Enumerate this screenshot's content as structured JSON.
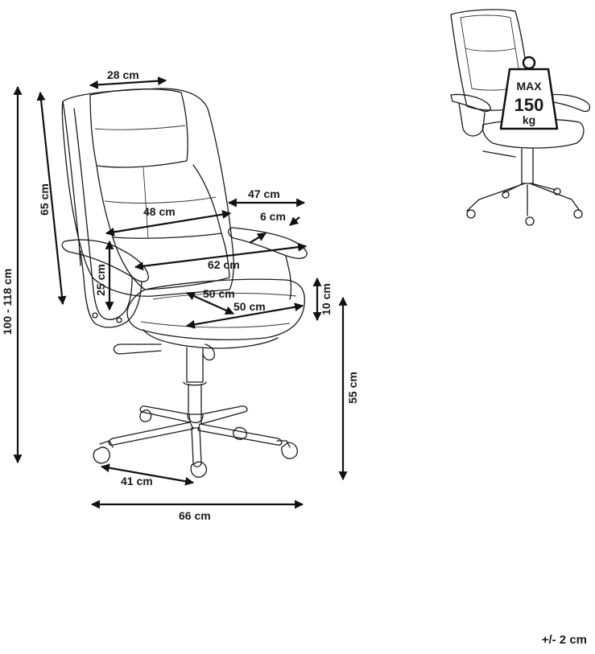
{
  "dimensions": {
    "headrest_width": "28 cm",
    "backrest_height": "65 cm",
    "total_height": "100 - 118 cm",
    "back_width": "48 cm",
    "arm_length": "47 cm",
    "arm_width": "6 cm",
    "overall_arm_width": "62 cm",
    "arm_height": "25 cm",
    "seat_depth": "50 cm",
    "seat_width": "50 cm",
    "seat_thickness": "10 cm",
    "seat_height": "55 cm",
    "leg_length": "41 cm",
    "base_width": "66 cm"
  },
  "max_load": {
    "label_top": "MAX",
    "value": "150",
    "unit": "kg"
  },
  "tolerance": "+/- 2 cm"
}
